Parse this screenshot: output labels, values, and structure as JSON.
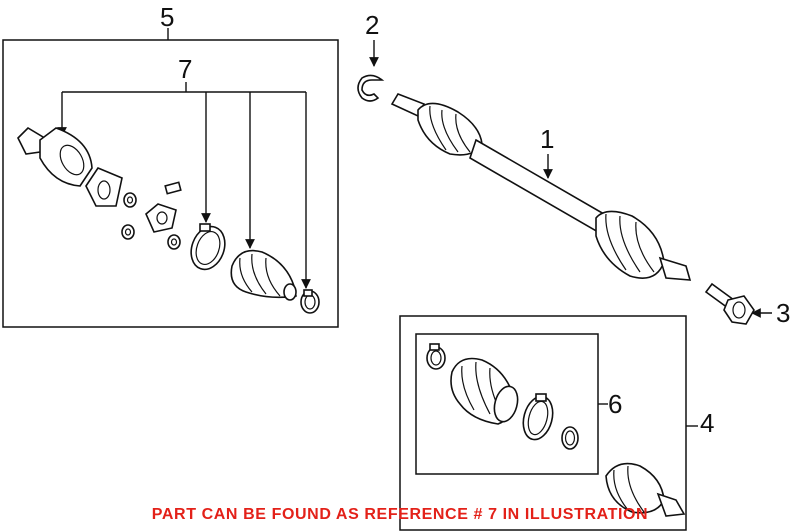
{
  "callouts": {
    "c1": "1",
    "c2": "2",
    "c3": "3",
    "c4": "4",
    "c5": "5",
    "c6": "6",
    "c7": "7"
  },
  "notice": "PART CAN BE FOUND AS REFERENCE # 7 IN ILLUSTRATION",
  "colors": {
    "notice": "#e32119",
    "line": "#111111"
  }
}
